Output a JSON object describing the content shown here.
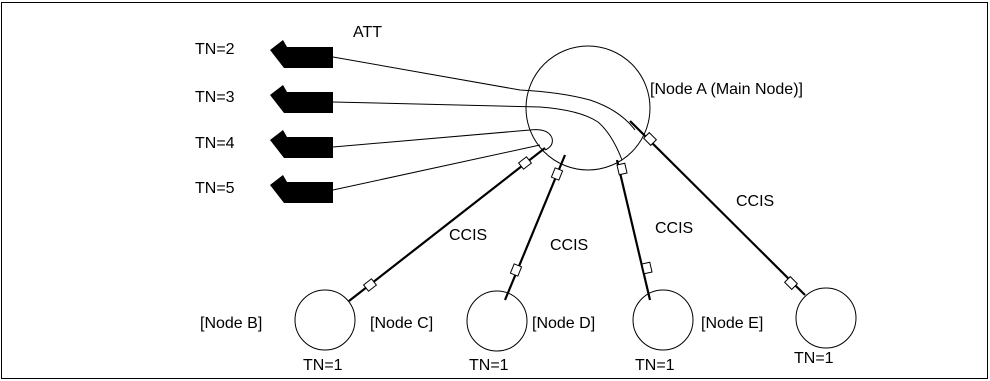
{
  "colors": {
    "line": "#000000",
    "terminal_fill": "#000000",
    "node_fill": "#ffffff",
    "background": "#ffffff"
  },
  "att_label": "ATT",
  "terminals": [
    {
      "label": "TN=2"
    },
    {
      "label": "TN=3"
    },
    {
      "label": "TN=4"
    },
    {
      "label": "TN=5"
    }
  ],
  "main_node": {
    "label": "[Node A (Main Node)]"
  },
  "nodes": [
    {
      "label": "[Node B]",
      "tn": "TN=1"
    },
    {
      "label": "[Node C]",
      "tn": "TN=1"
    },
    {
      "label": "[Node D]",
      "tn": "TN=1"
    },
    {
      "label": "[Node E]",
      "tn": "TN=1"
    }
  ],
  "ccis_labels": [
    "CCIS",
    "CCIS",
    "CCIS",
    "CCIS"
  ]
}
